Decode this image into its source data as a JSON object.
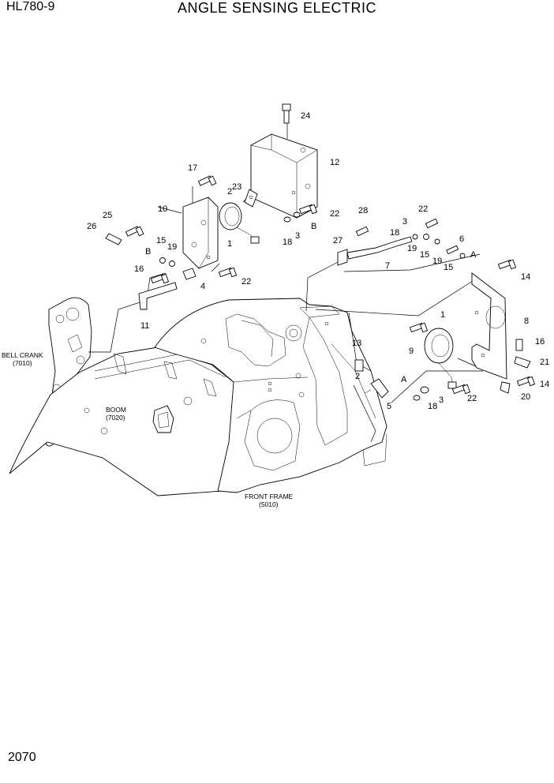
{
  "header": {
    "model": "HL780-9",
    "title": "ANGLE SENSING ELECTRIC"
  },
  "footer": {
    "page_number": "2070"
  },
  "references": {
    "bell_crank": "BELL CRANK",
    "bell_crank_code": "(7010)",
    "boom": "BOOM",
    "boom_code": "(7020)",
    "front_frame": "FRONT FRAME",
    "front_frame_code": "(5010)"
  },
  "callouts": [
    "24",
    "12",
    "17",
    "23",
    "2",
    "10",
    "22",
    "1",
    "18",
    "3",
    "B",
    "25",
    "26",
    "15",
    "19",
    "B",
    "16",
    "4",
    "22",
    "11",
    "28",
    "22",
    "3",
    "18",
    "6",
    "27",
    "19",
    "15",
    "7",
    "19",
    "A",
    "15",
    "14",
    "8",
    "1",
    "9",
    "16",
    "21",
    "13",
    "2",
    "A",
    "14",
    "5",
    "3",
    "22",
    "18",
    "20"
  ]
}
